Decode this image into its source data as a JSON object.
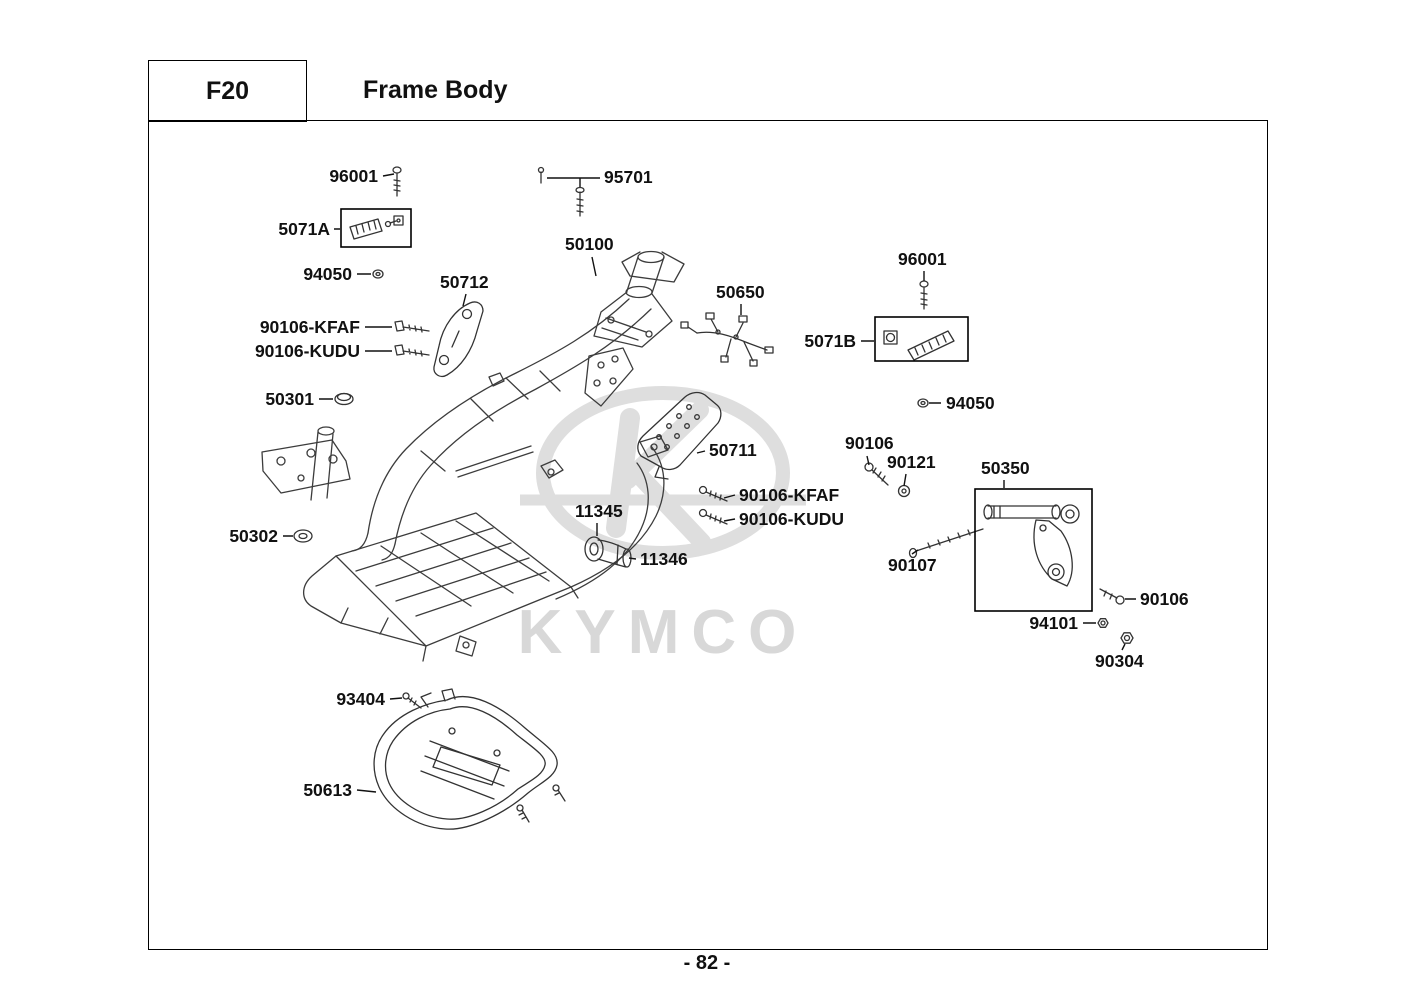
{
  "header": {
    "code": "F20",
    "title": "Frame Body"
  },
  "footer": {
    "page_number": "- 82 -"
  },
  "watermark": {
    "brand": "KYMCO"
  },
  "colors": {
    "watermark_gray": "#d8d8d8",
    "line_color": "#000000",
    "background": "#ffffff"
  },
  "labels": [
    {
      "id": "96001-top",
      "text": "96001"
    },
    {
      "id": "95701",
      "text": "95701"
    },
    {
      "id": "5071A",
      "text": "5071A"
    },
    {
      "id": "50100",
      "text": "50100"
    },
    {
      "id": "94050-left",
      "text": "94050"
    },
    {
      "id": "50712",
      "text": "50712"
    },
    {
      "id": "96001-right",
      "text": "96001"
    },
    {
      "id": "50650",
      "text": "50650"
    },
    {
      "id": "90106-KFAF-left",
      "text": "90106-KFAF"
    },
    {
      "id": "90106-KUDU-left",
      "text": "90106-KUDU"
    },
    {
      "id": "5071B",
      "text": "5071B"
    },
    {
      "id": "50301",
      "text": "50301"
    },
    {
      "id": "94050-right",
      "text": "94050"
    },
    {
      "id": "50711",
      "text": "50711"
    },
    {
      "id": "90106-upper",
      "text": "90106"
    },
    {
      "id": "90121",
      "text": "90121"
    },
    {
      "id": "50350",
      "text": "50350"
    },
    {
      "id": "90106-KFAF-mid",
      "text": "90106-KFAF"
    },
    {
      "id": "90106-KUDU-mid",
      "text": "90106-KUDU"
    },
    {
      "id": "11345",
      "text": "11345"
    },
    {
      "id": "50302",
      "text": "50302"
    },
    {
      "id": "11346",
      "text": "11346"
    },
    {
      "id": "90107",
      "text": "90107"
    },
    {
      "id": "90106-right",
      "text": "90106"
    },
    {
      "id": "94101",
      "text": "94101"
    },
    {
      "id": "90304",
      "text": "90304"
    },
    {
      "id": "93404",
      "text": "93404"
    },
    {
      "id": "50613",
      "text": "50613"
    }
  ]
}
